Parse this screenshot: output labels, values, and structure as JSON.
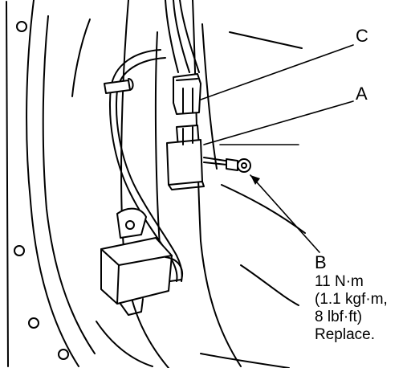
{
  "callouts": {
    "a": "A",
    "b": "B",
    "c": "C"
  },
  "spec": {
    "line1": "11 N·m",
    "line2": "(1.1 kgf·m,",
    "line3": "8 lbf·ft)",
    "line4": "Replace."
  }
}
